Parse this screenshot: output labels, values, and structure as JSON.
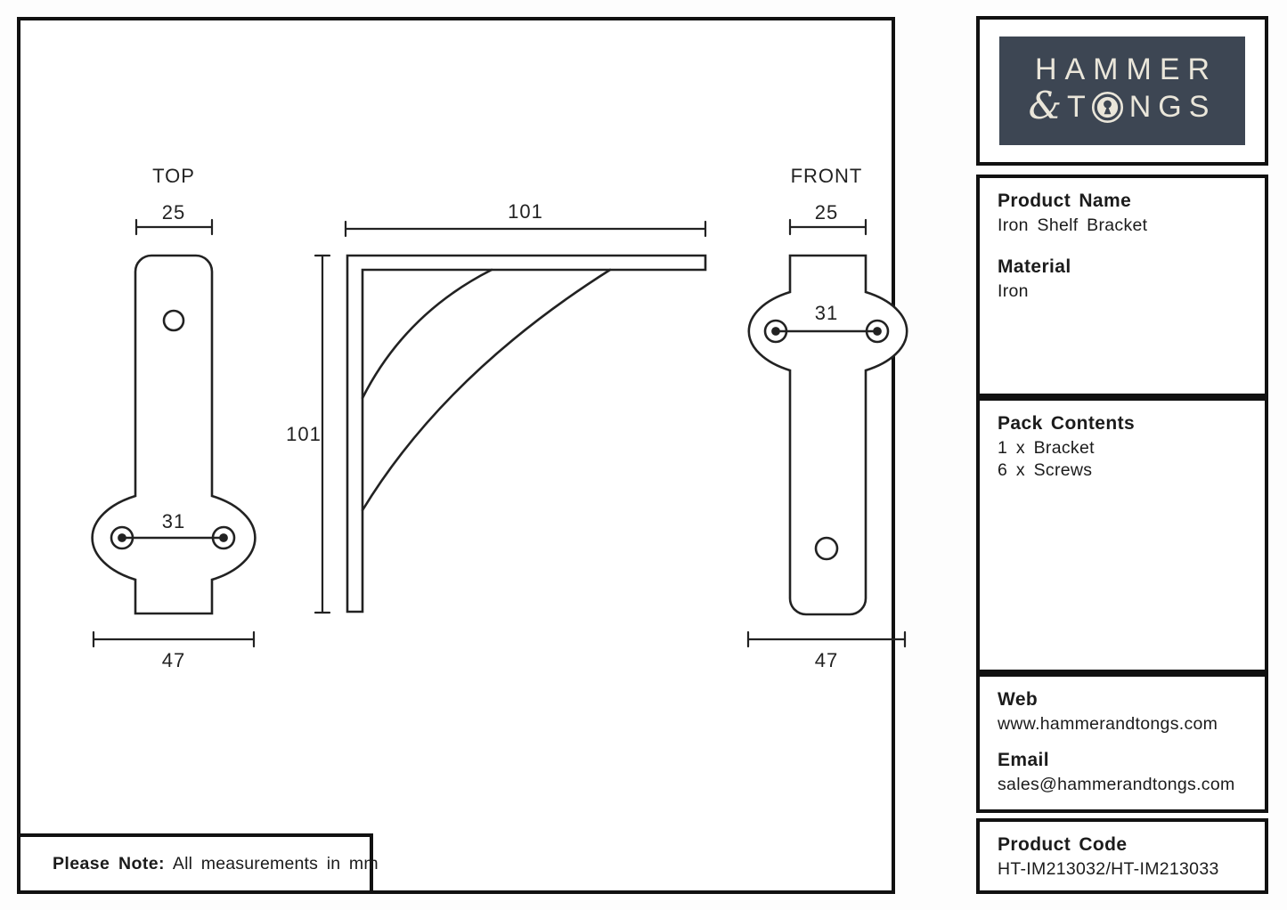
{
  "logo": {
    "line1": "HAMMER",
    "amp": "&",
    "t": "T",
    "ngs": "NGS"
  },
  "sidebar": {
    "product_name": {
      "heading": "Product Name",
      "value": "Iron Shelf Bracket"
    },
    "material": {
      "heading": "Material",
      "value": "Iron"
    },
    "pack_contents": {
      "heading": "Pack Contents",
      "items": [
        "1 x Bracket",
        "6 x Screws"
      ]
    },
    "web": {
      "heading": "Web",
      "value": "www.hammerandtongs.com"
    },
    "email": {
      "heading": "Email",
      "value": "sales@hammerandtongs.com"
    },
    "product_code": {
      "heading": "Product Code",
      "value": "HT-IM213032/HT-IM213033"
    }
  },
  "note": {
    "label": "Please Note:",
    "text": "All measurements in mm"
  },
  "drawing": {
    "top_view": {
      "label": "TOP",
      "dim_width": "25",
      "dim_holes": "31",
      "dim_base": "47"
    },
    "side_view": {
      "dim_length": "101",
      "dim_height": "101"
    },
    "front_view": {
      "label": "FRONT",
      "dim_width": "25",
      "dim_holes": "31",
      "dim_base": "47"
    }
  },
  "colors": {
    "logo_bg": "#3d4653",
    "logo_text": "#eae6da",
    "line": "#222222",
    "border": "#111111"
  }
}
